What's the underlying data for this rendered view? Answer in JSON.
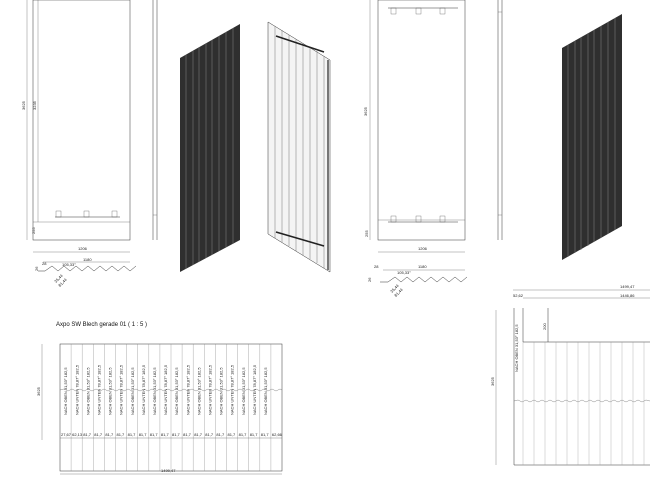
{
  "title": "Axpo SW Blech gerade 01  ( 1 : 5 )",
  "view_a": {
    "height_total": "3625",
    "height_inner": "3235",
    "base_offset": "255",
    "width": "1206",
    "profile_left": "28",
    "profile_mid": "1180",
    "profile_angle": "105,33°",
    "profile_h": "26",
    "profile_d1": "35,44",
    "profile_d2": "81,44"
  },
  "view_b": {
    "height_total": "3625",
    "base_offset": "255",
    "width": "1206",
    "profile_left": "28",
    "profile_mid": "1180",
    "profile_angle": "105,33°",
    "profile_h": "26",
    "profile_d1": "35,44",
    "profile_d2": "81,44"
  },
  "flat_sheet": {
    "height": "3625",
    "panel_label_odd": "NACH OBEN 31,53° 182,5",
    "panel_label_even": "NACH UNTEN 78,87° 182,5",
    "bottom_dims": [
      "27,67",
      "62,13",
      "81,7",
      "81,7",
      "81,7",
      "81,7",
      "81,7",
      "81,7",
      "81,7",
      "81,7",
      "81,7",
      "81,7",
      "81,7",
      "81,7",
      "81,7",
      "81,7",
      "81,7",
      "81,7",
      "81,7",
      "62,66"
    ],
    "total_width": "1499,47"
  },
  "detail": {
    "total_width": "1499,47",
    "inner_width": "1446,86",
    "left_offset": "52,62",
    "notch": "200",
    "height": "3625",
    "label": "NACH OBEN 31,53° 182,5"
  },
  "colors": {
    "line": "#333333",
    "panel_dark": "#3a3a3a",
    "panel_light": "#9a9a9a"
  }
}
